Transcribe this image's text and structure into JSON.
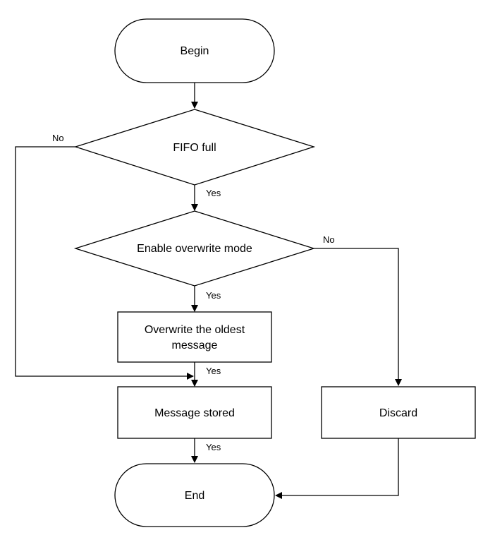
{
  "nodes": {
    "begin": "Begin",
    "fifo_full": "FIFO full",
    "enable_overwrite": "Enable overwrite mode",
    "overwrite_oldest_line1": "Overwrite the oldest",
    "overwrite_oldest_line2": "message",
    "message_stored": "Message stored",
    "discard": "Discard",
    "end": "End"
  },
  "edge_labels": {
    "fifo_no": "No",
    "fifo_yes": "Yes",
    "overwrite_no": "No",
    "overwrite_yes": "Yes",
    "merge_yes": "Yes",
    "stored_yes": "Yes"
  }
}
